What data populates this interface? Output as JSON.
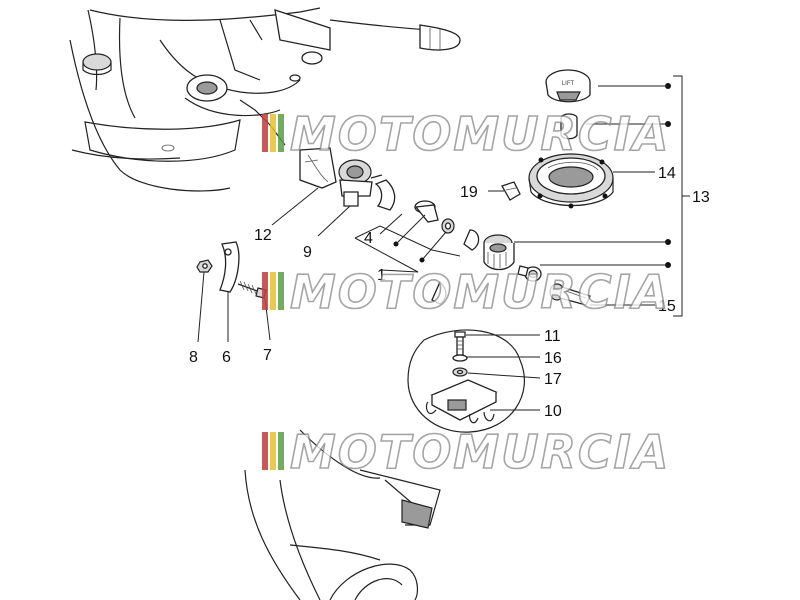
{
  "watermark": {
    "brand": "MOTOMURCIA",
    "stripe_colors": [
      "#c33b3b",
      "#e7c12c",
      "#5a9e45"
    ]
  },
  "parts": {
    "p1": "1",
    "p4": "4",
    "p6": "6",
    "p7": "7",
    "p8": "8",
    "p9": "9",
    "p10": "10",
    "p11": "11",
    "p12": "12",
    "p13": "13",
    "p14": "14",
    "p15": "15",
    "p16": "16",
    "p17": "17",
    "p19": "19"
  },
  "cap_label": "LIFT"
}
